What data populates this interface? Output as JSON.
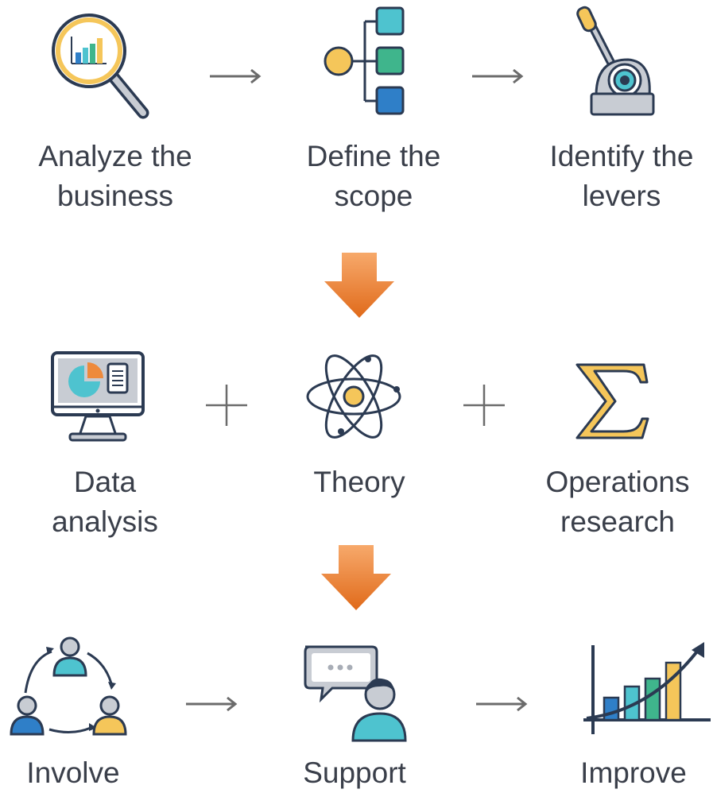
{
  "rows": [
    {
      "steps": [
        {
          "label": [
            "Analyze the",
            "business"
          ],
          "icon": "magnifier-chart-icon"
        },
        {
          "label": [
            "Define the",
            "scope"
          ],
          "icon": "hierarchy-tree-icon"
        },
        {
          "label": [
            "Identify the",
            "levers"
          ],
          "icon": "lever-icon"
        }
      ],
      "connectors": [
        "arrow",
        "arrow"
      ]
    },
    {
      "steps": [
        {
          "label": [
            "Data",
            "analysis"
          ],
          "icon": "monitor-pie-chart-icon"
        },
        {
          "label": [
            "Theory"
          ],
          "icon": "atom-icon"
        },
        {
          "label": [
            "Operations",
            "research"
          ],
          "icon": "sigma-icon"
        }
      ],
      "connectors": [
        "plus",
        "plus"
      ]
    },
    {
      "steps": [
        {
          "label": [
            "Involve"
          ],
          "icon": "people-cycle-icon"
        },
        {
          "label": [
            "Support"
          ],
          "icon": "person-speech-icon"
        },
        {
          "label": [
            "Improve"
          ],
          "icon": "growth-chart-icon"
        }
      ],
      "connectors": [
        "arrow",
        "arrow"
      ]
    }
  ],
  "colors": {
    "navy": "#2b3a52",
    "teal": "#4ec3cf",
    "green": "#3fb58c",
    "blue": "#2f7fc8",
    "gold": "#f5c65a",
    "orange": "#ee8a3c",
    "text": "#3a3f4a",
    "connector": "#6b6b6b"
  }
}
